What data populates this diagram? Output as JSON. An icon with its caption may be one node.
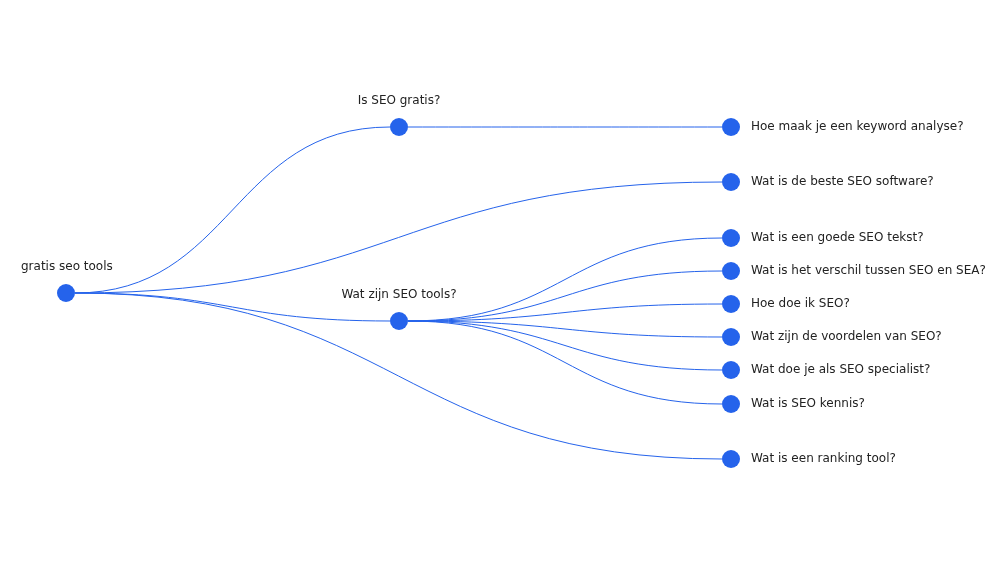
{
  "diagram": {
    "nodes": [
      {
        "text": [],
        "shape": "circle",
        "beside": [
          "gratis seo tools"
        ]
      },
      {
        "text": [],
        "shape": "circle",
        "beside": [
          "Is SEO gratis?"
        ]
      },
      {
        "text": [],
        "shape": "circle",
        "beside": [
          "Wat zijn SEO tools?"
        ]
      },
      {
        "text": [],
        "shape": "circle",
        "beside": [
          "Hoe maak je een keyword analyse?"
        ]
      },
      {
        "text": [],
        "shape": "circle",
        "beside": [
          "Wat is de beste SEO software?"
        ]
      },
      {
        "text": [],
        "shape": "circle",
        "beside": [
          "Wat is een goede SEO tekst?"
        ]
      },
      {
        "text": [],
        "shape": "circle",
        "beside": [
          "Wat is het verschil tussen SEO en SEA?"
        ]
      },
      {
        "text": [],
        "shape": "circle",
        "beside": [
          "Hoe doe ik SEO?"
        ]
      },
      {
        "text": [],
        "shape": "circle",
        "beside": [
          "Wat zijn de voordelen van SEO?"
        ]
      },
      {
        "text": [],
        "shape": "circle",
        "beside": [
          "Wat doe je als SEO specialist?"
        ]
      },
      {
        "text": [],
        "shape": "circle",
        "beside": [
          "Wat is SEO kennis?"
        ]
      },
      {
        "text": [],
        "shape": "circle",
        "beside": [
          "Wat is een ranking tool?"
        ]
      }
    ],
    "edges": [
      {
        "from": 0,
        "to": 1,
        "arrow": "none"
      },
      {
        "from": 0,
        "to": 4,
        "arrow": "none"
      },
      {
        "from": 0,
        "to": 2,
        "arrow": "none"
      },
      {
        "from": 0,
        "to": 11,
        "arrow": "none"
      },
      {
        "from": 1,
        "to": 3,
        "arrow": "none"
      },
      {
        "from": 2,
        "to": 5,
        "arrow": "none"
      },
      {
        "from": 2,
        "to": 6,
        "arrow": "none"
      },
      {
        "from": 2,
        "to": 7,
        "arrow": "none"
      },
      {
        "from": 2,
        "to": 8,
        "arrow": "none"
      },
      {
        "from": 2,
        "to": 9,
        "arrow": "none"
      },
      {
        "from": 2,
        "to": 10,
        "arrow": "none"
      }
    ]
  }
}
